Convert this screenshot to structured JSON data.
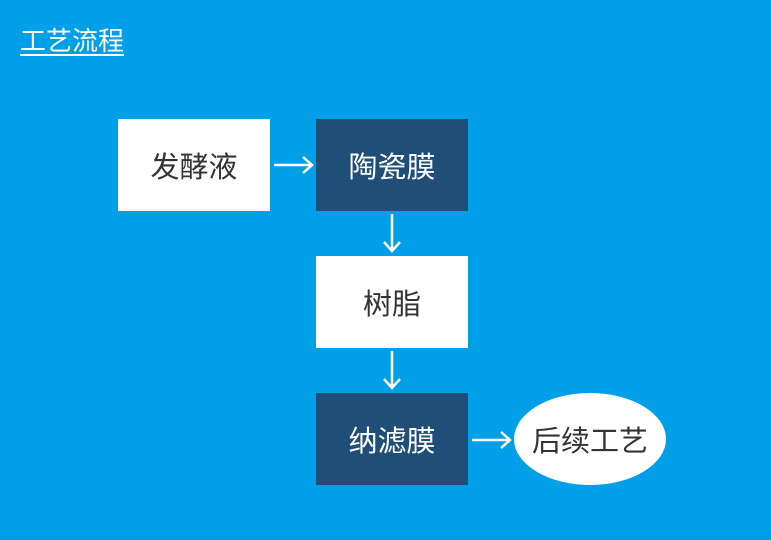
{
  "page": {
    "title": "工艺流程"
  },
  "colors": {
    "background": "#00A0E9",
    "light_box": "#FFFFFF",
    "dark_box": "#1F4E79",
    "arrow": "#FFFFFF"
  },
  "nodes": {
    "fermentation_broth": "发酵液",
    "ceramic_membrane": "陶瓷膜",
    "resin": "树脂",
    "nanofiltration_membrane": "纳滤膜",
    "subsequent_process": "后续工艺"
  },
  "connections": [
    {
      "from": "fermentation_broth",
      "to": "ceramic_membrane"
    },
    {
      "from": "ceramic_membrane",
      "to": "resin"
    },
    {
      "from": "resin",
      "to": "nanofiltration_membrane"
    },
    {
      "from": "nanofiltration_membrane",
      "to": "subsequent_process"
    }
  ]
}
